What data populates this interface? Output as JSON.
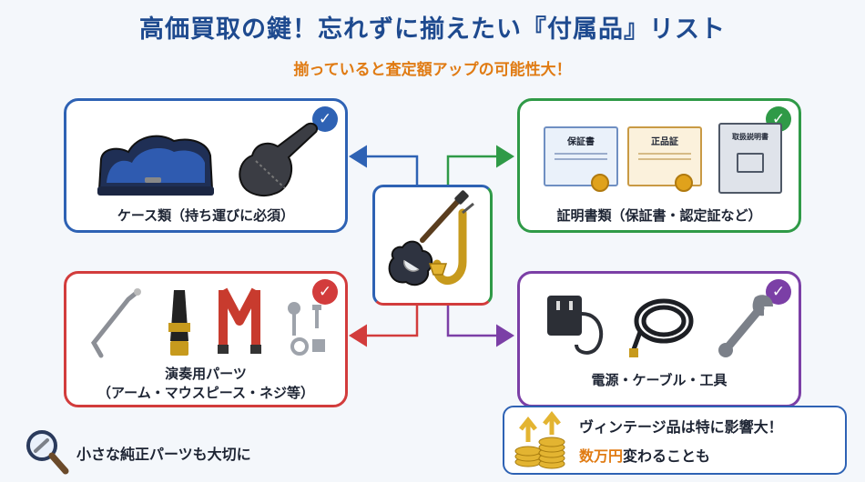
{
  "header": {
    "title": "高価買取の鍵！忘れずに揃えたい『付属品』リスト",
    "subtitle": "揃っていると査定額アップの可能性大！"
  },
  "cards": {
    "case": {
      "label": "ケース類（持ち運びに必須）",
      "color": "#2e62b4"
    },
    "certificate": {
      "label": "証明書類（保証書・認定証など）",
      "color": "#2f9a47",
      "doc1": "保証書",
      "doc2": "正品証",
      "doc3": "取扱説明書"
    },
    "parts": {
      "label_line1": "演奏用パーツ",
      "label_line2": "（アーム・マウスピース・ネジ等）",
      "color": "#d23c3c"
    },
    "power": {
      "label": "電源・ケーブル・工具",
      "color": "#7b3fa6"
    }
  },
  "center": {
    "icon": "guitar-saxophone-icon"
  },
  "note": {
    "line1": "ヴィンテージ品は特に影響大！",
    "highlight": "数万円",
    "line2_rest": "変わることも"
  },
  "tip": {
    "text": "小さな純正パーツも大切に"
  }
}
